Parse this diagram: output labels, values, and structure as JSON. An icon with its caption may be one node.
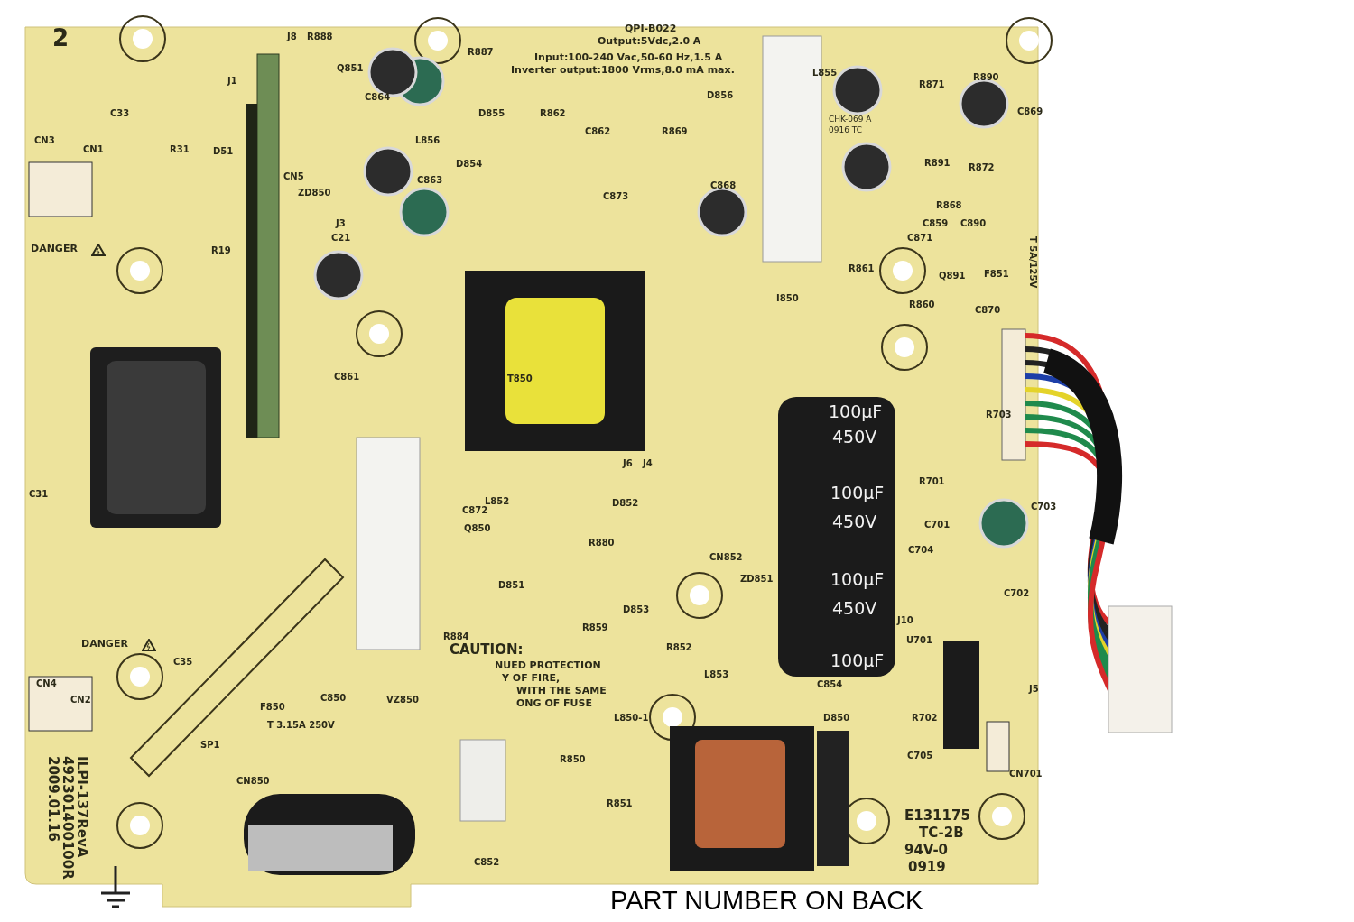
{
  "diagram": {
    "labels": [
      "2",
      "QPI-B022",
      "Output:5Vdc,2.0 A",
      "Input:100-240 Vac,50-60 Hz,1.5 A",
      "Inverter output:1800 Vrms,8.0 mA max.",
      "DANGER",
      "DANGER",
      "CAUTION:",
      "NUED PROTECTION",
      "Y OF FIRE,",
      "WITH THE SAME",
      "ONG OF FUSE",
      "2009.01.16",
      "492301400100R",
      "ILPI-137RevA",
      "E131175",
      "TC-2B",
      "94V-0",
      "0919",
      "PART NUMBER ON BACK",
      "100µF",
      "450V",
      "100µF",
      "450V",
      "100µF",
      "450V",
      "100µF",
      "CHK-069 A",
      "0916 TC",
      "CN3",
      "CN1",
      "C33",
      "R31",
      "D51",
      "J1",
      "J8",
      "R888",
      "Q851",
      "C864",
      "L856",
      "CN5",
      "ZD850",
      "J3",
      "C21",
      "R19",
      "C863",
      "D854",
      "D855",
      "R862",
      "R887",
      "C862",
      "C873",
      "R869",
      "C868",
      "L855",
      "D856",
      "R871",
      "R890",
      "C869",
      "R872",
      "R891",
      "R868",
      "C859",
      "C890",
      "C871",
      "R861",
      "Q891",
      "F851",
      "T 5A/125V",
      "R860",
      "C870",
      "I850",
      "C861",
      "T850",
      "R703",
      "C31",
      "L852",
      "D852",
      "C872",
      "Q850",
      "R880",
      "D851",
      "D853",
      "R884",
      "R859",
      "R852",
      "CN852",
      "ZD851",
      "C854",
      "R701",
      "C701",
      "C703",
      "C704",
      "C702",
      "J10",
      "U701",
      "R702",
      "C705",
      "CN701",
      "J5",
      "L853",
      "L850-1",
      "D850",
      "C35",
      "CN4",
      "CN2",
      "SP1",
      "F850",
      "T 3.15A 250V",
      "C850",
      "VZ850",
      "CN850",
      "C852",
      "R850",
      "R851",
      "J6",
      "J4"
    ]
  }
}
